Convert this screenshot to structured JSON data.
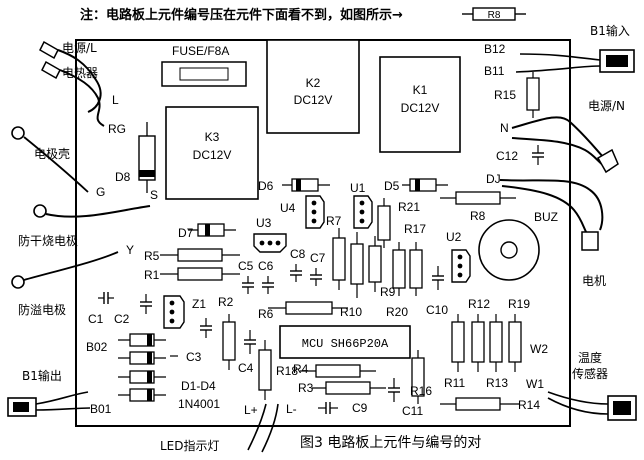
{
  "note": {
    "text": "注：电路板上元件编号压在元件下面看不到，如图所示→",
    "example_label": "R8"
  },
  "board": {
    "fuse_label": "FUSE/F8A",
    "relays": [
      {
        "name": "K2",
        "rating": "DC12V"
      },
      {
        "name": "K1",
        "rating": "DC12V"
      },
      {
        "name": "K3",
        "rating": "DC12V"
      }
    ],
    "mcu_label": "MCU SH66P20A",
    "diode_group": {
      "name": "D1-D4",
      "part": "1N4001"
    },
    "buzzer": "BUZ",
    "pads": {
      "L": "L",
      "RG": "RG",
      "G": "G",
      "S": "S",
      "Y": "Y",
      "N": "N",
      "DJ": "DJ"
    },
    "components": {
      "D8": "D8",
      "D7": "D7",
      "D6": "D6",
      "D5": "D5",
      "U1": "U1",
      "U2": "U2",
      "U3": "U3",
      "U4": "U4",
      "Z1": "Z1",
      "R1": "R1",
      "R2": "R2",
      "R3": "R3",
      "R4": "R4",
      "R5": "R5",
      "R6": "R6",
      "R7": "R7",
      "R8": "R8",
      "R9": "R9",
      "R10": "R10",
      "R11": "R11",
      "R12": "R12",
      "R13": "R13",
      "R14": "R14",
      "R15": "R15",
      "R16": "R16",
      "R17": "R17",
      "R18": "R18",
      "R19": "R19",
      "R20": "R20",
      "R21": "R21",
      "C1": "C1",
      "C2": "C2",
      "C3": "C3",
      "C4": "C4",
      "C5": "C5",
      "C6": "C6",
      "C7": "C7",
      "C8": "C8",
      "C9": "C9",
      "C10": "C10",
      "C11": "C11",
      "C12": "C12",
      "B12": "B12",
      "B11": "B11",
      "B02": "B02",
      "B01": "B01",
      "W1": "W1",
      "W2": "W2",
      "Lplus": "L+",
      "Lminus": "L-"
    }
  },
  "external_labels": {
    "power_l": "电源/L",
    "heater": "电热器",
    "electrode_shell": "电极壳",
    "dry_burn_electrode": "防干烧电极",
    "overflow_electrode": "防溢电极",
    "b1_output": "B1输出",
    "b1_input": "B1输入",
    "power_n": "电源/N",
    "motor": "电机",
    "temp_sensor_1": "温度",
    "temp_sensor_2": "传感器",
    "led_indicator": "LED指示灯"
  },
  "caption": "图3  电路板上元件与编号的对"
}
